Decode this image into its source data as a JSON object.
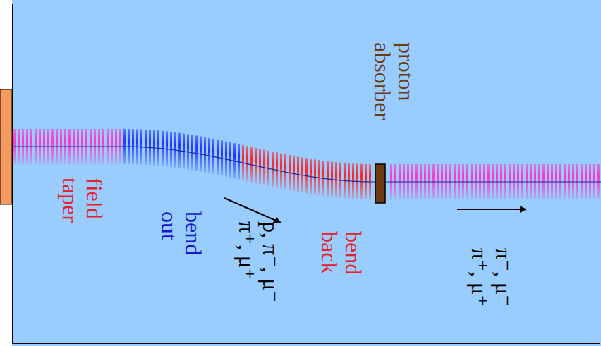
{
  "diagram": {
    "labels": [
      "field taper",
      "bend out",
      "bend back",
      "proton absorber",
      "p, π⁻, μ⁻ π⁺, μ⁺",
      "π⁻, μ⁻ π⁺, μ⁺"
    ]
  }
}
